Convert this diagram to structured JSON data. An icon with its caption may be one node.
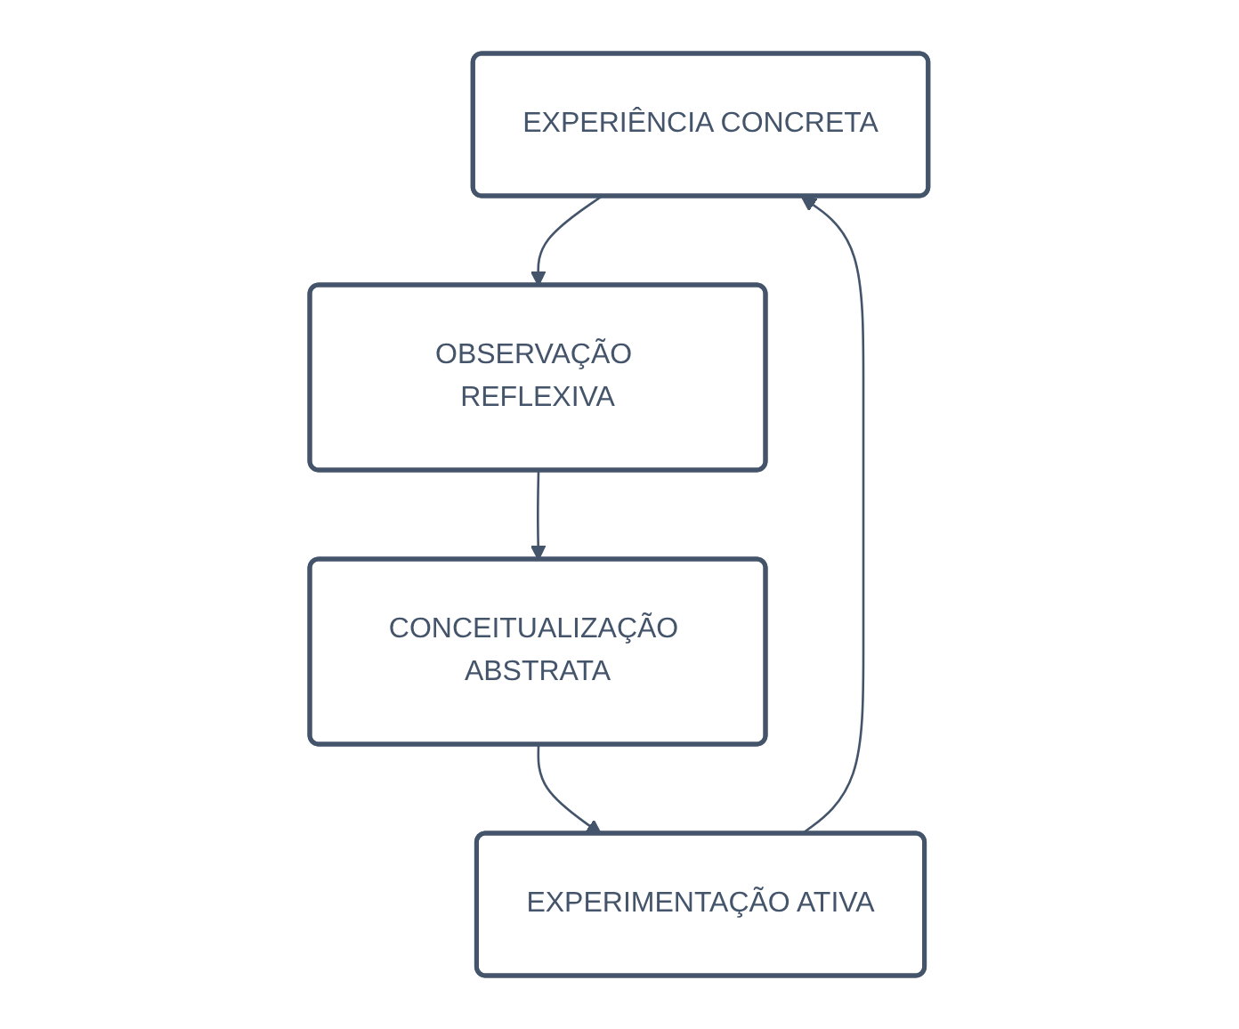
{
  "diagram": {
    "nodes": [
      {
        "text": [
          "EXPERIÊNCIA CONCRETA"
        ]
      },
      {
        "text": [
          "EXPERIMENTAÇÃO ATIVA"
        ]
      },
      {
        "text": [
          "OBSERVAÇÃO REFLEXIVA"
        ]
      },
      {
        "text": [
          "CONCEITUALIZAÇÃO ABSTRATA"
        ]
      }
    ],
    "edges": [
      {
        "from": 0,
        "to": 2,
        "arrow": "to"
      },
      {
        "from": 2,
        "to": 3,
        "arrow": "to"
      },
      {
        "from": 3,
        "to": 1,
        "arrow": "to"
      },
      {
        "from": 1,
        "to": 0,
        "arrow": "to"
      }
    ]
  }
}
